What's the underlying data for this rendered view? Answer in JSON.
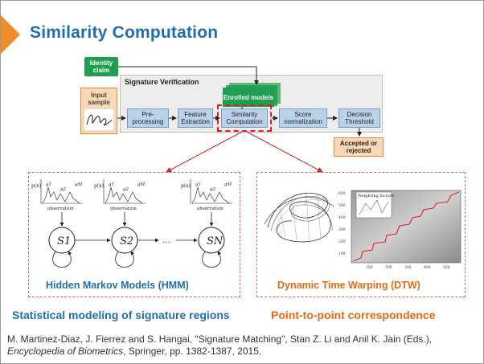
{
  "slide": {
    "title": "Similarity Computation"
  },
  "diagram": {
    "identity_claim": "Identity claim",
    "input_sample": "Input sample",
    "group_label": "Signature Verification",
    "enrolled_models": "Enrolled models",
    "steps": [
      "Pre-processing",
      "Feature Extraction",
      "Similarity Computation",
      "Score normalization",
      "Decision Threshold"
    ],
    "output": "Accepted or rejected"
  },
  "hmm": {
    "caption": "Hidden Markov Models (HMM)",
    "states": [
      "S1",
      "S2",
      "SN"
    ],
    "px_label": "p(x)",
    "observation_label": "observation",
    "g_labels": [
      "g1",
      "g2",
      "gM"
    ]
  },
  "dtw": {
    "caption": "Dynamic Time Warping (DTW)",
    "inset_title": "Weighting factors",
    "y_ticks": [
      "600",
      "500",
      "400",
      "300",
      "200",
      "100"
    ],
    "x_ticks": [
      "100",
      "200",
      "300",
      "400",
      "500"
    ]
  },
  "bottom": {
    "left": "Statistical modeling of signature regions",
    "right": "Point-to-point correspondence"
  },
  "citation": {
    "part1": "M. Martinez-Diaz, J. Fierrez and S. Hangai, \"Signature Matching\", Stan Z. Li and Anil K. Jain (Eds.), ",
    "book": "Encyclopedia of Biometrics",
    "part2": ", Springer, pp. 1382-1387, 2015."
  },
  "colors": {
    "title_blue": "#1f6fb0",
    "accent_orange": "#f08c2a",
    "box_blue": "#b9d2ea",
    "enrolled_green": "#1e9e4e",
    "highlight_red": "#e02020"
  }
}
